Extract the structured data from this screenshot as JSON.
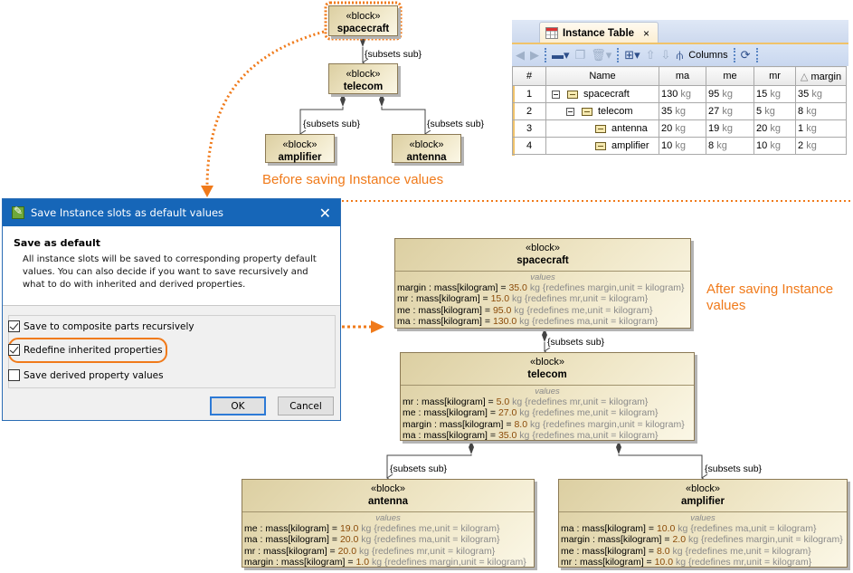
{
  "before_diagram": {
    "caption": "Before saving Instance values",
    "connector_label": "{subsets sub}",
    "blocks": [
      {
        "stereotype": "«block»",
        "name": "spacecraft"
      },
      {
        "stereotype": "«block»",
        "name": "telecom"
      },
      {
        "stereotype": "«block»",
        "name": "amplifier"
      },
      {
        "stereotype": "«block»",
        "name": "antenna"
      }
    ]
  },
  "instance_table": {
    "tab_title": "Instance Table",
    "tab_close": "×",
    "toolbar": {
      "columns_label": "Columns"
    },
    "columns": [
      "#",
      "Name",
      "ma",
      "me",
      "mr",
      "margin"
    ],
    "sort_indicator": "△",
    "unit": "kg",
    "rows": [
      {
        "num": "1",
        "name": "spacecraft",
        "ma": "130",
        "me": "95",
        "mr": "15",
        "margin": "35"
      },
      {
        "num": "2",
        "name": "telecom",
        "ma": "35",
        "me": "27",
        "mr": "5",
        "margin": "8"
      },
      {
        "num": "3",
        "name": "antenna",
        "ma": "20",
        "me": "19",
        "mr": "20",
        "margin": "1"
      },
      {
        "num": "4",
        "name": "amplifier",
        "ma": "10",
        "me": "8",
        "mr": "10",
        "margin": "2"
      }
    ]
  },
  "dialog": {
    "title": "Save Instance slots as default values",
    "close": "✕",
    "heading": "Save as default",
    "description": "All instance slots will be saved to corresponding property default values.  You can also decide if you want to save recursively and what to do with inherited and derived properties.",
    "options": [
      {
        "label": "Save to composite parts recursively",
        "checked": true
      },
      {
        "label": "Redefine inherited properties",
        "checked": true
      },
      {
        "label": "Save derived property values",
        "checked": false
      }
    ],
    "ok_label": "OK",
    "cancel_label": "Cancel"
  },
  "after_diagram": {
    "caption": "After saving Instance values",
    "connector_label": "{subsets sub}",
    "values_title": "values",
    "blocks": [
      {
        "stereotype": "«block»",
        "name": "spacecraft",
        "values": [
          {
            "prop": "margin",
            "type": "mass[kilogram]",
            "value": "35.0",
            "unit": "kg",
            "constraint": "{redefines margin,unit = kilogram}"
          },
          {
            "prop": "mr",
            "type": "mass[kilogram]",
            "value": "15.0",
            "unit": "kg",
            "constraint": "{redefines mr,unit = kilogram}"
          },
          {
            "prop": "me",
            "type": "mass[kilogram]",
            "value": "95.0",
            "unit": "kg",
            "constraint": "{redefines me,unit = kilogram}"
          },
          {
            "prop": "ma",
            "type": "mass[kilogram]",
            "value": "130.0",
            "unit": "kg",
            "constraint": "{redefines ma,unit = kilogram}"
          }
        ]
      },
      {
        "stereotype": "«block»",
        "name": "telecom",
        "values": [
          {
            "prop": "mr",
            "type": "mass[kilogram]",
            "value": "5.0",
            "unit": "kg",
            "constraint": "{redefines mr,unit = kilogram}"
          },
          {
            "prop": "me",
            "type": "mass[kilogram]",
            "value": "27.0",
            "unit": "kg",
            "constraint": "{redefines me,unit = kilogram}"
          },
          {
            "prop": "margin",
            "type": "mass[kilogram]",
            "value": "8.0",
            "unit": "kg",
            "constraint": "{redefines margin,unit = kilogram}"
          },
          {
            "prop": "ma",
            "type": "mass[kilogram]",
            "value": "35.0",
            "unit": "kg",
            "constraint": "{redefines ma,unit = kilogram}"
          }
        ]
      },
      {
        "stereotype": "«block»",
        "name": "antenna",
        "values": [
          {
            "prop": "me",
            "type": "mass[kilogram]",
            "value": "19.0",
            "unit": "kg",
            "constraint": "{redefines me,unit = kilogram}"
          },
          {
            "prop": "ma",
            "type": "mass[kilogram]",
            "value": "20.0",
            "unit": "kg",
            "constraint": "{redefines ma,unit = kilogram}"
          },
          {
            "prop": "mr",
            "type": "mass[kilogram]",
            "value": "20.0",
            "unit": "kg",
            "constraint": "{redefines mr,unit = kilogram}"
          },
          {
            "prop": "margin",
            "type": "mass[kilogram]",
            "value": "1.0",
            "unit": "kg",
            "constraint": "{redefines margin,unit = kilogram}"
          }
        ]
      },
      {
        "stereotype": "«block»",
        "name": "amplifier",
        "values": [
          {
            "prop": "ma",
            "type": "mass[kilogram]",
            "value": "10.0",
            "unit": "kg",
            "constraint": "{redefines ma,unit = kilogram}"
          },
          {
            "prop": "margin",
            "type": "mass[kilogram]",
            "value": "2.0",
            "unit": "kg",
            "constraint": "{redefines margin,unit = kilogram}"
          },
          {
            "prop": "me",
            "type": "mass[kilogram]",
            "value": "8.0",
            "unit": "kg",
            "constraint": "{redefines me,unit = kilogram}"
          },
          {
            "prop": "mr",
            "type": "mass[kilogram]",
            "value": "10.0",
            "unit": "kg",
            "constraint": "{redefines mr,unit = kilogram}"
          }
        ]
      }
    ]
  },
  "colors": {
    "annotation": "#f07a1a",
    "dialog_title": "#1666b8",
    "block_border": "#8c7a55"
  }
}
